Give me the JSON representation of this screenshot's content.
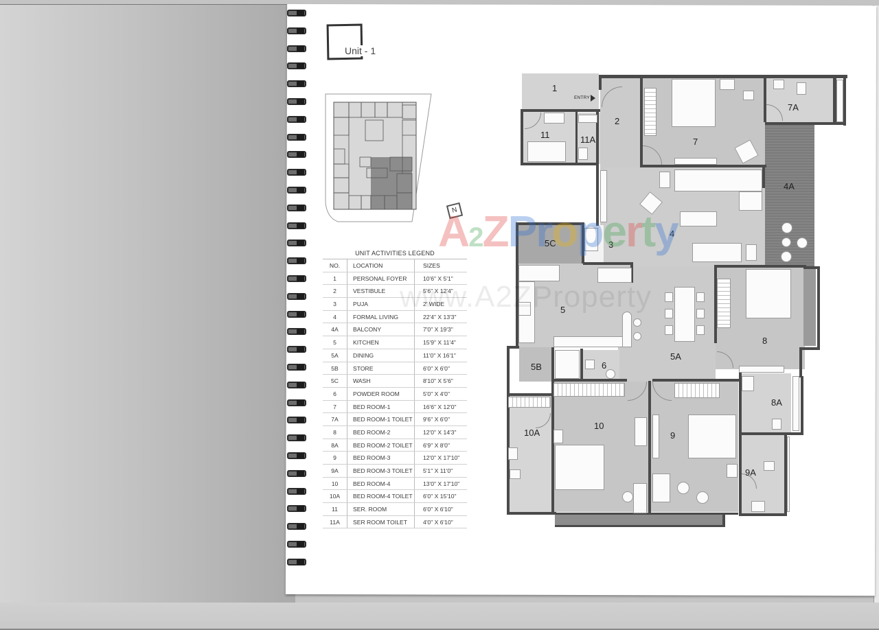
{
  "page": {
    "unit_title": "Unit - 1",
    "north_label": "N",
    "entry_label": "ENTRY"
  },
  "legend": {
    "title": "UNIT ACTIVITIES LEGEND",
    "headers": {
      "no": "NO.",
      "location": "LOCATION",
      "sizes": "SIZES"
    },
    "rows": [
      {
        "no": "1",
        "location": "PERSONAL FOYER",
        "size": "10'6\" X 5'1\""
      },
      {
        "no": "2",
        "location": "VESTIBULE",
        "size": "5'6\" X 12'4\""
      },
      {
        "no": "3",
        "location": "PUJA",
        "size": "2' WIDE"
      },
      {
        "no": "4",
        "location": "FORMAL LIVING",
        "size": "22'4\" X 13'3\""
      },
      {
        "no": "4A",
        "location": "BALCONY",
        "size": "7'0\" X 19'3\""
      },
      {
        "no": "5",
        "location": "KITCHEN",
        "size": "15'9\" X 11'4\""
      },
      {
        "no": "5A",
        "location": "DINING",
        "size": "11'0\" X 16'1\""
      },
      {
        "no": "5B",
        "location": "STORE",
        "size": "6'0\" X 6'0\""
      },
      {
        "no": "5C",
        "location": "WASH",
        "size": "8'10\" X 5'6\""
      },
      {
        "no": "6",
        "location": "POWDER ROOM",
        "size": "5'0\" X 4'0\""
      },
      {
        "no": "7",
        "location": "BED ROOM-1",
        "size": "16'6\" X 12'0\""
      },
      {
        "no": "7A",
        "location": "BED ROOM-1 TOILET",
        "size": "9'6\" X 6'0\""
      },
      {
        "no": "8",
        "location": "BED ROOM-2",
        "size": "12'0\" X 14'3\""
      },
      {
        "no": "8A",
        "location": "BED ROOM-2 TOILET",
        "size": "6'9\" X 8'0\""
      },
      {
        "no": "9",
        "location": "BED ROOM-3",
        "size": "12'0\" X 17'10\""
      },
      {
        "no": "9A",
        "location": "BED ROOM-3 TOILET",
        "size": "5'1\" X 11'0\""
      },
      {
        "no": "10",
        "location": "BED ROOM-4",
        "size": "13'0\" X 17'10\""
      },
      {
        "no": "10A",
        "location": "BED ROOM-4 TOILET",
        "size": "6'0\" X 15'10\""
      },
      {
        "no": "11",
        "location": "SER. ROOM",
        "size": "6'0\" X 6'10\""
      },
      {
        "no": "11A",
        "location": "SER ROOM TOILET",
        "size": "4'0\" X 6'10\""
      }
    ]
  },
  "plan": {
    "labels": {
      "r1": "1",
      "r2": "2",
      "r3": "3",
      "r4": "4",
      "r4a": "4A",
      "r5": "5",
      "r5a": "5A",
      "r5b": "5B",
      "r5c": "5C",
      "r6": "6",
      "r7": "7",
      "r7a": "7A",
      "r8": "8",
      "r8a": "8A",
      "r9": "9",
      "r9a": "9A",
      "r10": "10",
      "r10a": "10A",
      "r11": "11",
      "r11a": "11A"
    },
    "colors": {
      "floor": "#c9c9c9",
      "floor_light": "#d6d6d6",
      "balcony": "#7f7f7f",
      "wash": "#a8a8a8",
      "wall": "#4a4a4a"
    }
  },
  "watermark": {
    "brand_letters": [
      "A",
      "2",
      "Z",
      "P",
      "r",
      "o",
      "p",
      "e",
      "r",
      "t",
      "y"
    ],
    "brand_colors": [
      "#e0413f",
      "#3aa14a",
      "#e0413f",
      "#2f6fd1",
      "#2f6fd1",
      "#f2b705",
      "#2f6fd1",
      "#3aa14a",
      "#e0413f",
      "#3aa14a",
      "#2f6fd1"
    ],
    "url": "www.A2ZProperty"
  }
}
